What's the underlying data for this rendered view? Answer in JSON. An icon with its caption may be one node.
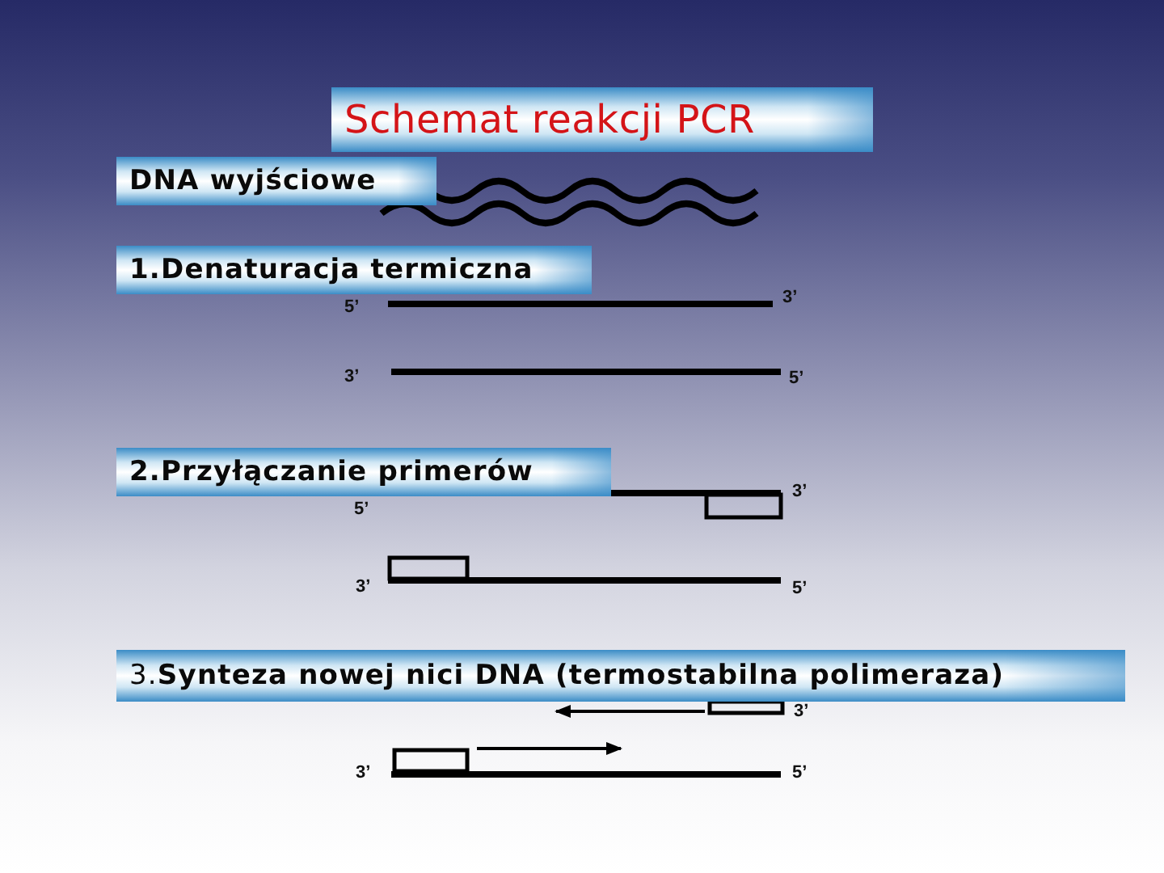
{
  "diagram": {
    "title": "Schemat reakcji PCR",
    "labels": [
      "DNA wyjściowe",
      "1.Denaturacja termiczna",
      "5’",
      "3’",
      "3’",
      "5’",
      "2.Przyłączanie primerów",
      "5’",
      "3’",
      "3’",
      "5’",
      "3.**Synteza nowej nici DNA (termostabilna polimeraza)**",
      "3’",
      "3’",
      "5’"
    ]
  }
}
